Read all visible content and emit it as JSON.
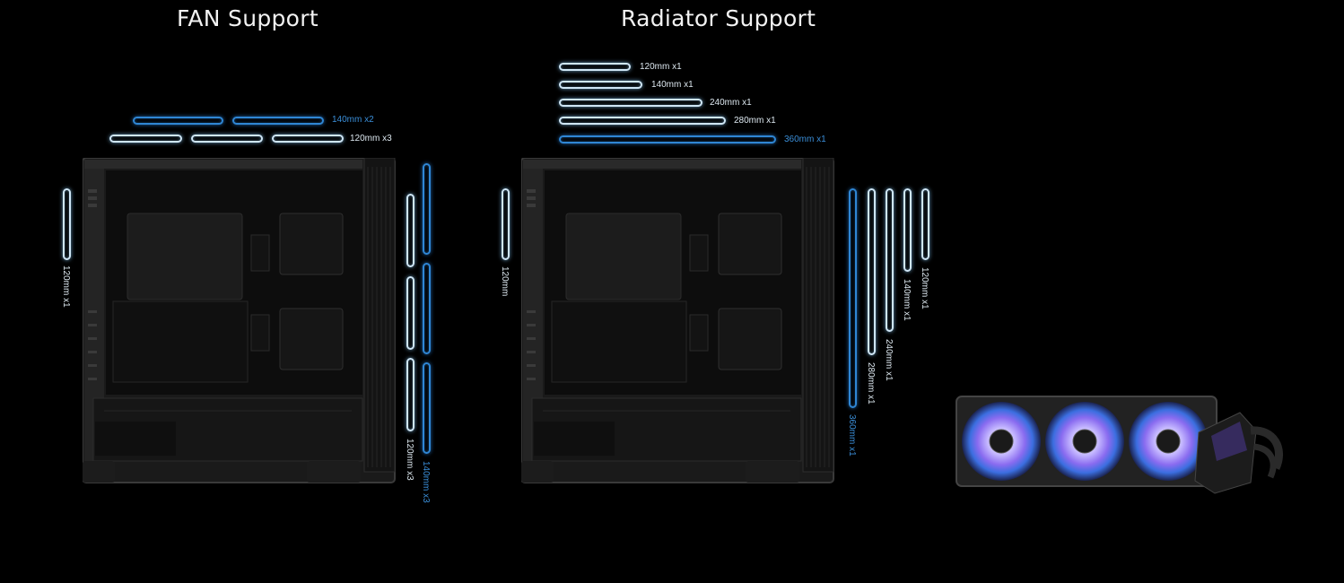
{
  "fan_support": {
    "title": "FAN Support",
    "top_labels": {
      "top_140": "140mm x2",
      "top_120": "120mm x3"
    },
    "rear_label": "120mm x1",
    "front_labels": {
      "front_120": "120mm x3",
      "front_140": "140mm x3"
    }
  },
  "radiator_support": {
    "title": "Radiator Support",
    "top_labels": [
      "120mm x1",
      "140mm x1",
      "240mm x1",
      "280mm x1",
      "360mm x1"
    ],
    "rear_label": "120mm",
    "front_labels": [
      "360mm x1",
      "280mm x1",
      "240mm x1",
      "140mm x1",
      "120mm x1"
    ]
  },
  "colors": {
    "outline_white": "#cfe6f6",
    "outline_blue": "#2f86d4",
    "background": "#000000",
    "rgb_fan_glow": "#8a6cf0"
  },
  "images": {
    "case_icon": "pc-case-side-view",
    "cooler_icon": "aio-360-liquid-cooler"
  }
}
